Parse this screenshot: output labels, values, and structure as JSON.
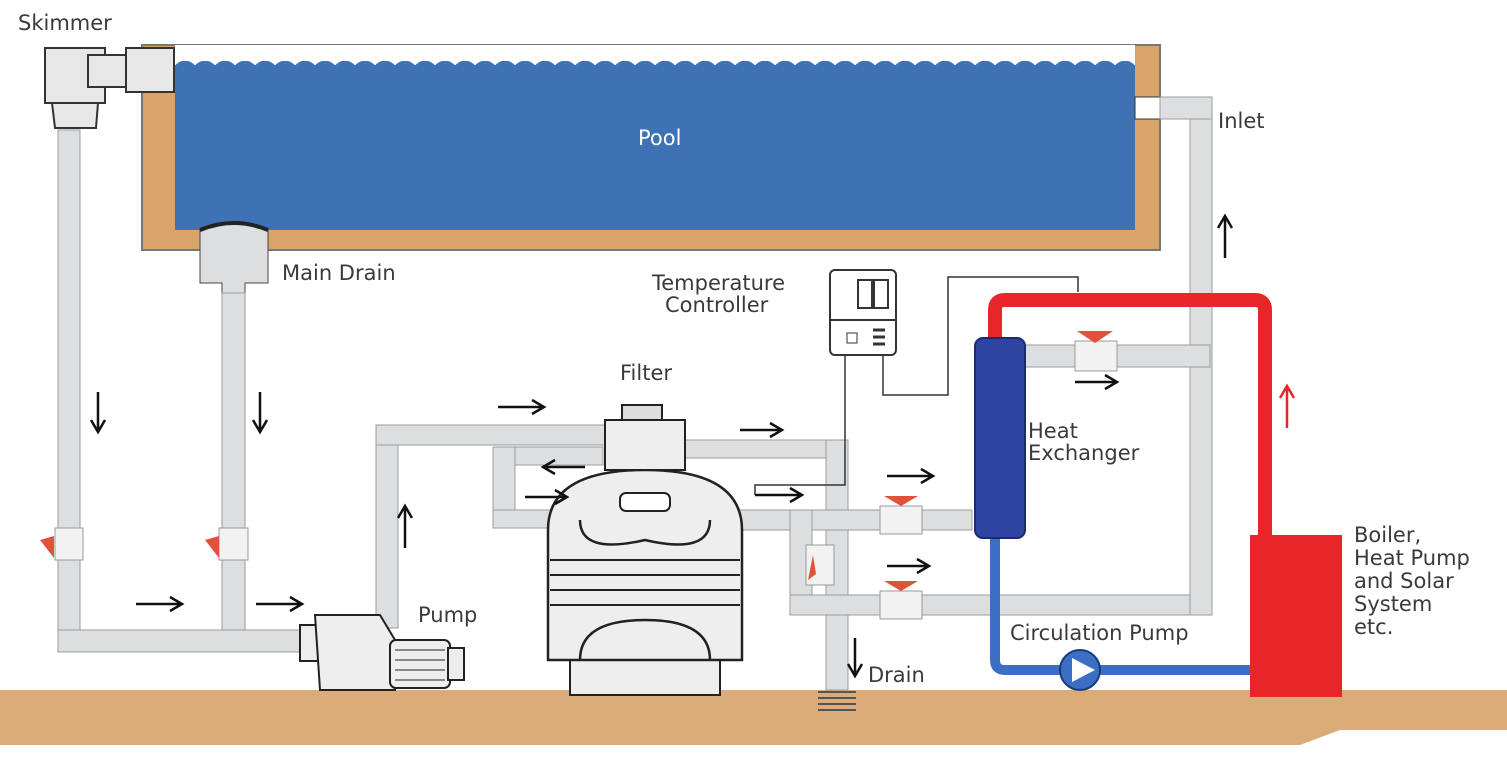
{
  "labels": {
    "skimmer": "Skimmer",
    "pool": "Pool",
    "inlet": "Inlet",
    "main_drain": "Main Drain",
    "temperature_controller": [
      "Temperature",
      "Controller"
    ],
    "filter": "Filter",
    "heat_exchanger": [
      "Heat",
      "Exchanger"
    ],
    "pump": "Pump",
    "drain": "Drain",
    "circulation_pump": "Circulation Pump",
    "boiler": [
      "Boiler,",
      "Heat Pump",
      "and Solar",
      "System",
      "etc."
    ]
  },
  "colors": {
    "water": "#3f72b5",
    "concrete": "#d8a46a",
    "ground": "#dcab7a",
    "pipe": "#dcdee0",
    "hot_pipe": "#e8262a",
    "cold_loop": "#3a6fc4",
    "heat_exchanger": "#2e44a0",
    "boiler": "#e8262a",
    "valve_handle": "#e0523a"
  }
}
